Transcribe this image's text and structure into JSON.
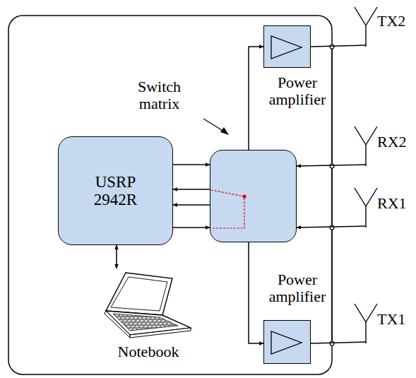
{
  "diagram": {
    "nodes": [
      {
        "text": [
          "USRP 2942R"
        ]
      },
      {
        "text": [
          "Switch matrix"
        ]
      },
      {
        "text": [
          "Power amplifier"
        ]
      },
      {
        "text": [
          "Power amplifier"
        ]
      },
      {
        "text": [
          "Notebook"
        ]
      },
      {
        "text": [
          "TX2"
        ]
      },
      {
        "text": [
          "RX2"
        ]
      },
      {
        "text": [
          "RX1"
        ]
      },
      {
        "text": [
          "TX1"
        ]
      }
    ],
    "edges": [
      {
        "from": 0,
        "to": 1,
        "arrow": "to"
      },
      {
        "from": 1,
        "to": 0,
        "arrow": "to"
      },
      {
        "from": 1,
        "to": 0,
        "arrow": "to"
      },
      {
        "from": 0,
        "to": 1,
        "arrow": "to"
      },
      {
        "from": 1,
        "to": 2,
        "arrow": "to"
      },
      {
        "from": 1,
        "to": 3,
        "arrow": "to"
      },
      {
        "from": 2,
        "to": 5,
        "arrow": "none"
      },
      {
        "from": 3,
        "to": 8,
        "arrow": "none"
      },
      {
        "from": 6,
        "to": 1,
        "arrow": "to"
      },
      {
        "from": 7,
        "to": 1,
        "arrow": "to"
      },
      {
        "from": 0,
        "to": 4,
        "arrow": "both"
      }
    ]
  }
}
